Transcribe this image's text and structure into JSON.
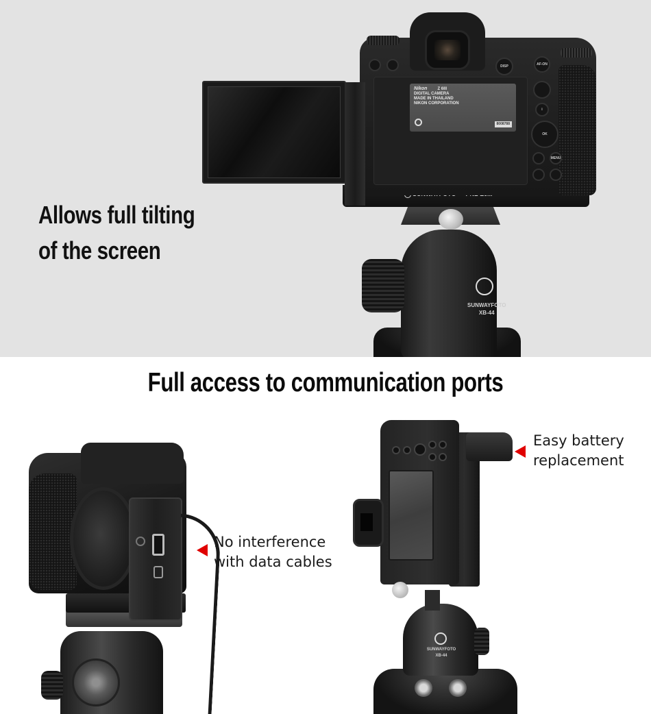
{
  "top_panel": {
    "headline_lines": [
      "Allows full tilting",
      "of the screen"
    ],
    "background_color": "#e3e3e3",
    "camera_label": {
      "brand": "Nikon",
      "model": "Z 6III",
      "lines": [
        "DIGITAL CAMERA",
        "MADE IN THAILAND",
        "NIKON CORPORATION"
      ],
      "serial": "8008788"
    },
    "camera_buttons": [
      "DISP",
      "AF-ON",
      "OK",
      "MENU",
      "i"
    ],
    "bracket": {
      "brand": "SUNWAYFOTO",
      "model": "PNL-Z6III"
    },
    "ballhead": {
      "brand": "SUNWAYFOTO",
      "model": "XB-44"
    }
  },
  "bottom_panel": {
    "headline": "Full access to communication ports",
    "callouts": {
      "cables": {
        "lines": [
          "No interference",
          "with data cables"
        ]
      },
      "battery": {
        "lines": [
          "Easy battery",
          "replacement"
        ]
      }
    },
    "ballhead": {
      "brand": "SUNWAYFOTO",
      "model": "XB-44"
    },
    "accent_color": "#e00000"
  }
}
